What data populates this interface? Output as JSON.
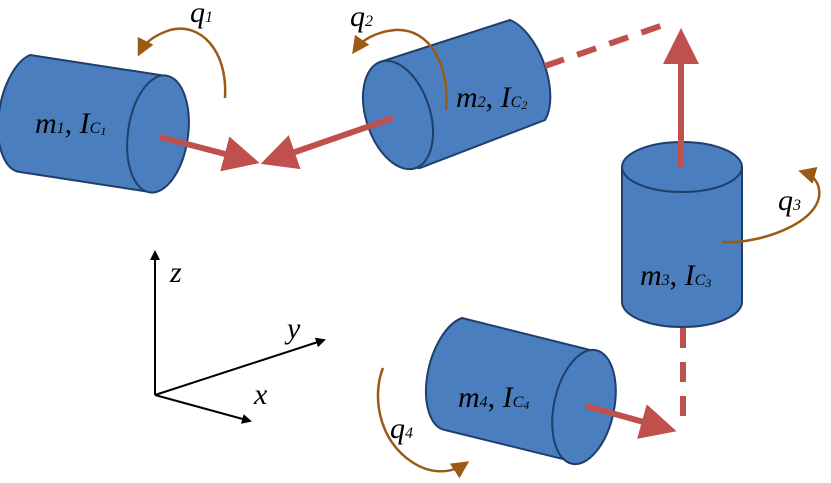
{
  "bodies": [
    {
      "mass": "m",
      "idx": "1",
      "inertia": "I",
      "cmark": "C",
      "cidx": "1"
    },
    {
      "mass": "m",
      "idx": "2",
      "inertia": "I",
      "cmark": "C",
      "cidx": "2"
    },
    {
      "mass": "m",
      "idx": "3",
      "inertia": "I",
      "cmark": "C",
      "cidx": "3"
    },
    {
      "mass": "m",
      "idx": "4",
      "inertia": "I",
      "cmark": "C",
      "cidx": "4"
    }
  ],
  "joints": [
    {
      "q": "q",
      "idx": "1"
    },
    {
      "q": "q",
      "idx": "2"
    },
    {
      "q": "q",
      "idx": "3"
    },
    {
      "q": "q",
      "idx": "4"
    }
  ],
  "axes": {
    "x": "x",
    "y": "y",
    "z": "z"
  },
  "colors": {
    "cylinder": "#4a7ebf",
    "link": "#c0504d",
    "rotation": "#9c5a14"
  }
}
